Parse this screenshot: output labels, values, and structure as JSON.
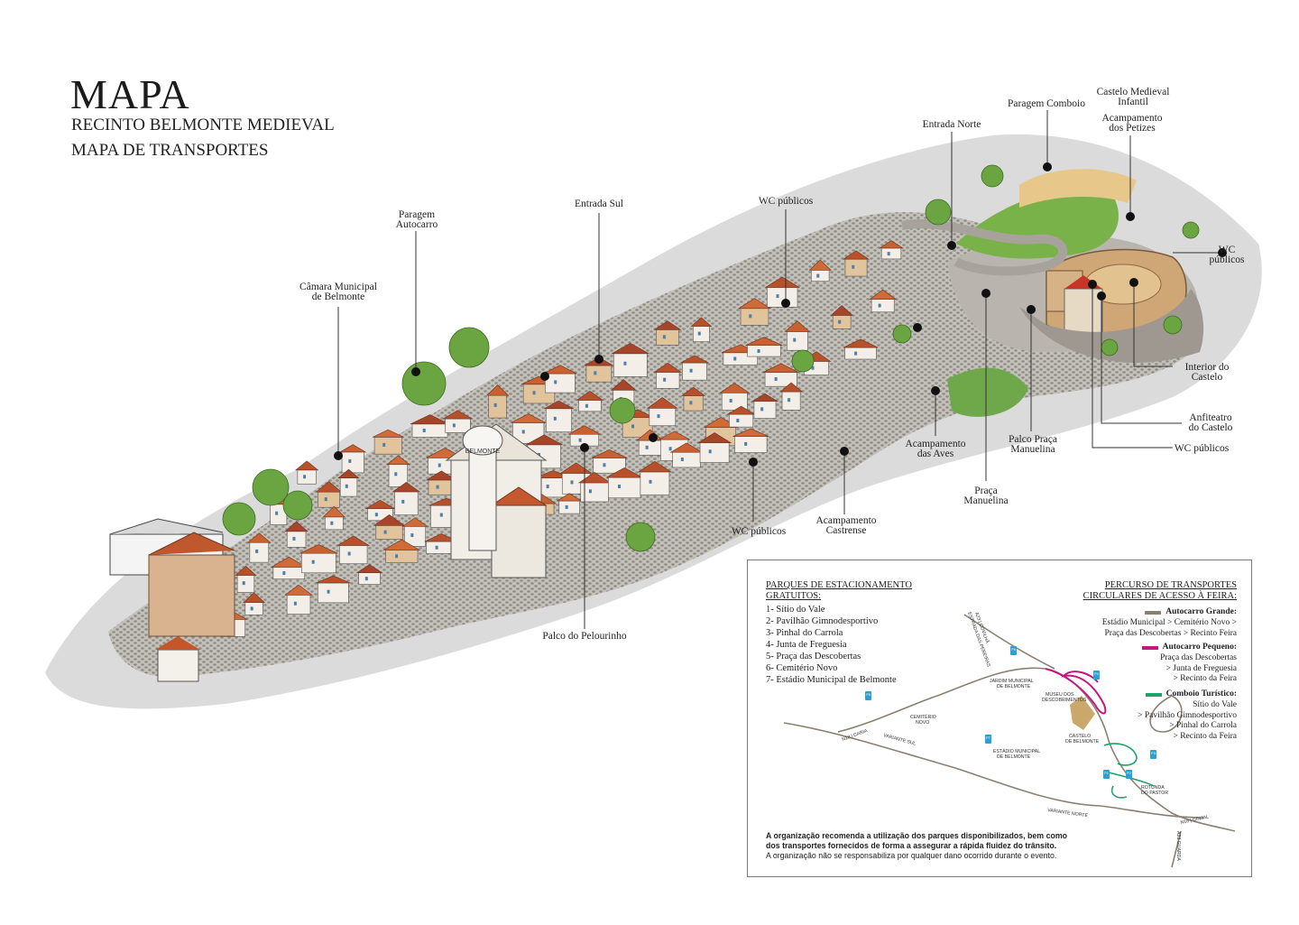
{
  "header": {
    "title": "MAPA",
    "subtitle1": "RECINTO BELMONTE MEDIEVAL",
    "subtitle2": "MAPA DE TRANSPORTES"
  },
  "labels": {
    "paragem_autocarro": [
      "Paragem",
      "Autocarro"
    ],
    "camara_municipal": [
      "Câmara Municipal",
      "de Belmonte"
    ],
    "entrada_sul": [
      "Entrada Sul"
    ],
    "wc_publicos_top": [
      "WC públicos"
    ],
    "entrada_norte": [
      "Entrada Norte"
    ],
    "paragem_comboio": [
      "Paragem Comboio"
    ],
    "castelo_infantil": [
      "Castelo Medieval",
      "Infantil"
    ],
    "acampamento_petizes": [
      "Acampamento",
      "dos Petizes"
    ],
    "wc_publicos_right": [
      "WC",
      "públicos"
    ],
    "interior_castelo": [
      "Interior do",
      "Castelo"
    ],
    "anfiteatro": [
      "Anfiteatro",
      "do Castelo"
    ],
    "wc_publicos_castle": [
      "WC públicos"
    ],
    "palco_praca": [
      "Palco Praça",
      "Manuelina"
    ],
    "acampamento_aves": [
      "Acampamento",
      "das Aves"
    ],
    "praca_manuelina": [
      "Praça",
      "Manuelina"
    ],
    "acampamento_castrense": [
      "Acampamento",
      "Castrense"
    ],
    "wc_publicos_bottom": [
      "WC públicos"
    ],
    "palco_pelourinho": [
      "Palco do Pelourinho"
    ]
  },
  "tower_text": "BELMONTE",
  "transport_panel": {
    "parks_title": [
      "PARQUES DE ESTACIONAMENTO",
      "GRATUITOS:"
    ],
    "parks": [
      "1- Sítio do Vale",
      "2- Pavilhão Gimnodesportivo",
      "3- Pinhal do Carrola",
      "4- Junta de Freguesia",
      "5- Praça das Descobertas",
      "6- Cemitério Novo",
      "7- Estádio Municipal de Belmonte"
    ],
    "routes_title": [
      "PERCURSO DE TRANSPORTES",
      "CIRCULARES DE ACESSO À FEIRA:"
    ],
    "routes": [
      {
        "name": "Autocarro Grande:",
        "color": "#8a8070",
        "stops": [
          "Estádio Municipal  > Cemitério Novo >",
          "Praça das Descobertas > Recinto Feira"
        ]
      },
      {
        "name": "Autocarro Pequeno:",
        "color": "#c8157f",
        "stops": [
          "Praça das Descobertas",
          "> Junta de Freguesia",
          "> Recinto da Feira"
        ]
      },
      {
        "name": "Comboio Turístico:",
        "color": "#1aa36b",
        "stops": [
          "Sítio do Vale",
          "> Pavilhão Gimnodesportivo",
          "> Pinhal do Carrola",
          "> Recinto da Feira"
        ]
      }
    ],
    "road_labels": {
      "estrada_pereiras": "ESTRADA DAS PEREIRAS",
      "a23_covilha": "A23 | COVILHÃ",
      "jardim": [
        "JARDIM MUNICIPAL",
        "DE BELMONTE"
      ],
      "museu": [
        "MUSEU DOS",
        "DESCOBRIMENTOS"
      ],
      "cemiterio": [
        "CEMITÉRIO",
        "NOVO"
      ],
      "n18_caria": "N18 | CARIA",
      "variante_sul": "VARIANTE SUL",
      "estadio": [
        "ESTÁDIO MUNICIPAL",
        "DE BELMONTE"
      ],
      "castelo": [
        "CASTELO",
        "DE BELMONTE"
      ],
      "rotunda": [
        "ROTUNDA",
        "DO PASTOR"
      ],
      "variante_norte": "VARIANTE NORTE",
      "n18_ginjal": "N18 | GINJAL",
      "a23_guarda": "A23 GUARDA"
    },
    "parking_markers": [
      "P6",
      "P5",
      "P4",
      "P7",
      "P1",
      "P2",
      "P3"
    ],
    "note_bold": [
      "A organização recomenda a utilização dos parques disponibilizados, bem como",
      "dos transportes fornecidos de forma a assegurar a rápida fluidez do trânsito."
    ],
    "note_regular": "A organização não se responsabiliza por qualquer dano ocorrido durante o evento."
  }
}
